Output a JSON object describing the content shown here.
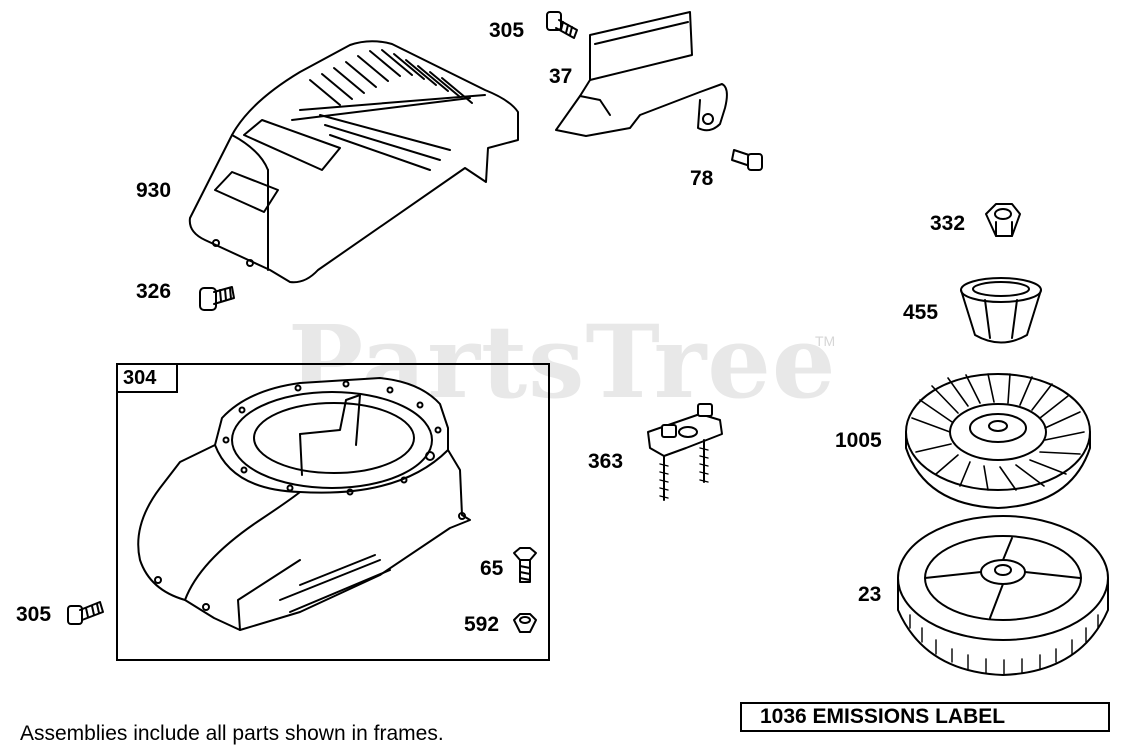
{
  "watermark": {
    "text": "PartsTree",
    "tm": "TM"
  },
  "frame": {
    "label": "304"
  },
  "emissions_label": "1036 EMISSIONS LABEL",
  "note": "Assemblies include all parts shown in frames.",
  "callouts": {
    "c305_top": "305",
    "c37": "37",
    "c78": "78",
    "c930": "930",
    "c326": "326",
    "c332": "332",
    "c455": "455",
    "c1005": "1005",
    "c363": "363",
    "c23": "23",
    "c65": "65",
    "c592": "592",
    "c305_left": "305"
  }
}
